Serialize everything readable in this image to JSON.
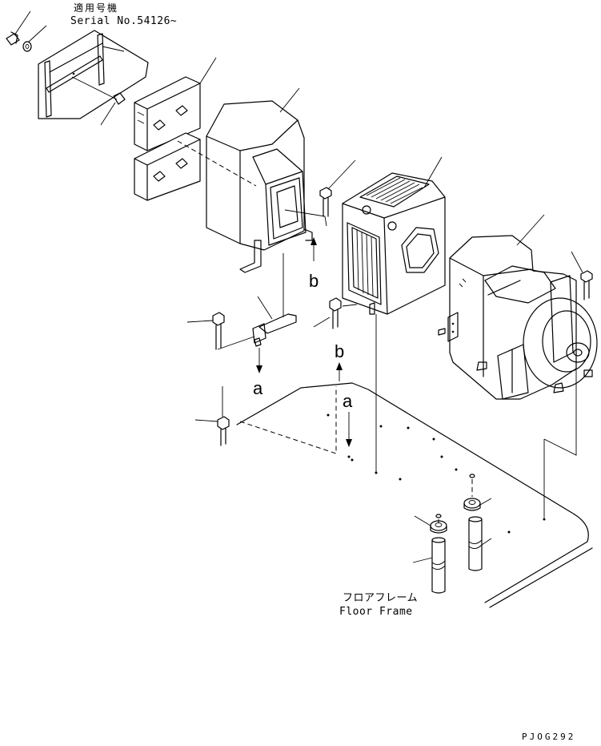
{
  "notes": {
    "applicable_label": "適用号機",
    "serial_label": "Serial No.54126~"
  },
  "floor": {
    "label_jp": "フロアフレーム",
    "label_en": "Floor Frame"
  },
  "references": {
    "a1": "a",
    "a2": "a",
    "b1": "b",
    "b2": "b"
  },
  "drawing_code": "PJOG292"
}
